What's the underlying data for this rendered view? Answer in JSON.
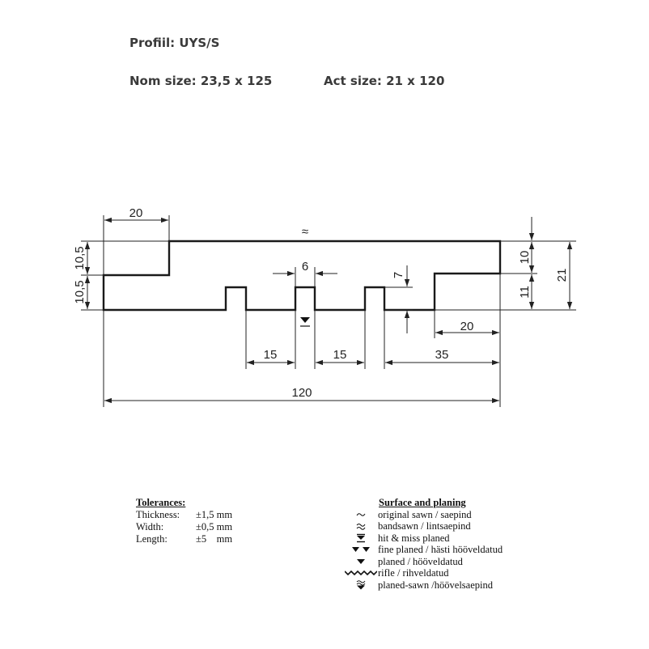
{
  "header": {
    "profile": "Profiil: UYS/S",
    "nom_size": "Nom size: 23,5 x 125",
    "act_size": "Act size: 21 x 120"
  },
  "drawing": {
    "dimensions": {
      "top_width": "20",
      "approx": "≈",
      "left_upper": "10,5",
      "left_lower": "10,5",
      "groove_width": "6",
      "groove_depth": "7",
      "right_upper": "10",
      "right_lower": "11",
      "total_thickness": "21",
      "tongue_width": "20",
      "gap_1": "15",
      "gap_2": "15",
      "right_span": "35",
      "total_width": "120"
    }
  },
  "tolerances": {
    "title": "Tolerances:",
    "rows": [
      {
        "name": "Thickness:",
        "value": "±1,5 mm"
      },
      {
        "name": "Width:",
        "value": "±0,5 mm"
      },
      {
        "name": "Length:",
        "value": "±5    mm"
      }
    ]
  },
  "surface": {
    "title": "Surface and planing",
    "items": [
      {
        "icon": "tilde-icon",
        "label": "original sawn / saepind"
      },
      {
        "icon": "approx-icon",
        "label": "bandsawn / lintsaepind"
      },
      {
        "icon": "hit-miss-icon",
        "label": "hit & miss planed"
      },
      {
        "icon": "double-triangle-icon",
        "label": "fine planed / hästi hööveldatud"
      },
      {
        "icon": "triangle-icon",
        "label": "planed / hööveldatud"
      },
      {
        "icon": "zigzag-icon",
        "label": "rifle / rihveldatud"
      },
      {
        "icon": "planed-sawn-icon",
        "label": "planed-sawn /höövelsaepind"
      }
    ]
  }
}
